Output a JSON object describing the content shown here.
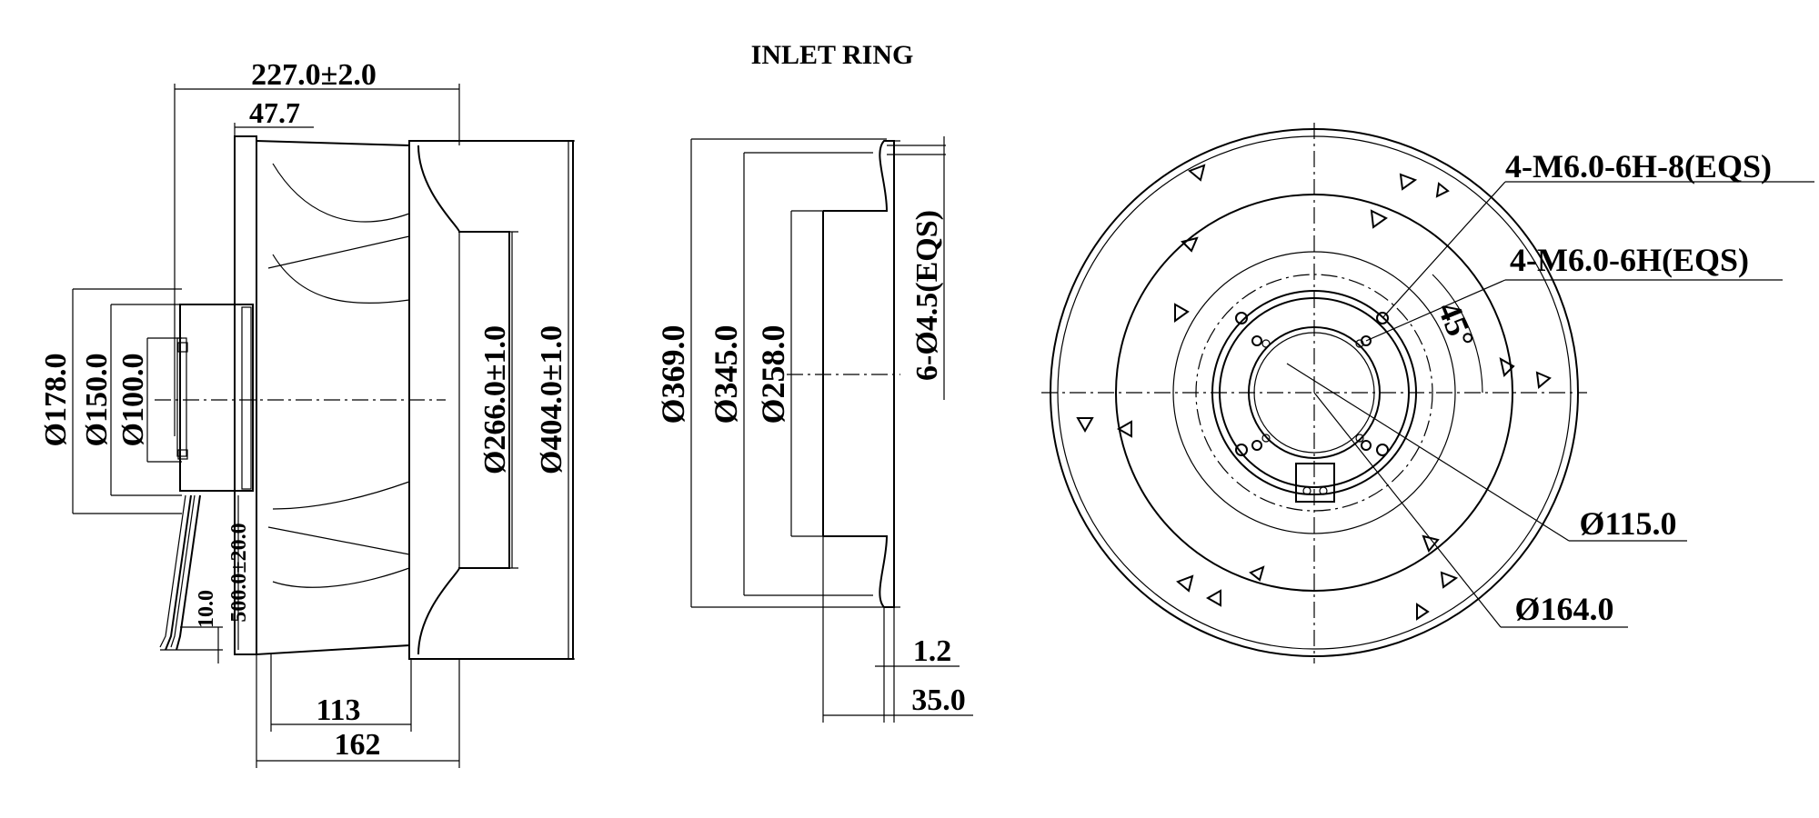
{
  "title": "INLET RING",
  "side_view": {
    "overall_length": "227.0±2.0",
    "flange_depth": "47.7",
    "dia_178": "Ø178.0",
    "dia_150": "Ø150.0",
    "dia_100": "Ø100.0",
    "dia_266": "Ø266.0±1.0",
    "dia_404": "Ø404.0±1.0",
    "lead_length": "500.0±20.0",
    "lead_strip": "10.0",
    "depth_113": "113",
    "depth_162": "162"
  },
  "inlet_ring": {
    "dia_369": "Ø369.0",
    "dia_345": "Ø345.0",
    "dia_258": "Ø258.0",
    "holes": "6-Ø4.5(EQS)",
    "thickness": "1.2",
    "depth": "35.0"
  },
  "front_view": {
    "thread_1": "4-M6.0-6H-8(EQS)",
    "thread_2": "4-M6.0-6H(EQS)",
    "angle": "45°",
    "dia_115": "Ø115.0",
    "dia_164": "Ø164.0"
  }
}
